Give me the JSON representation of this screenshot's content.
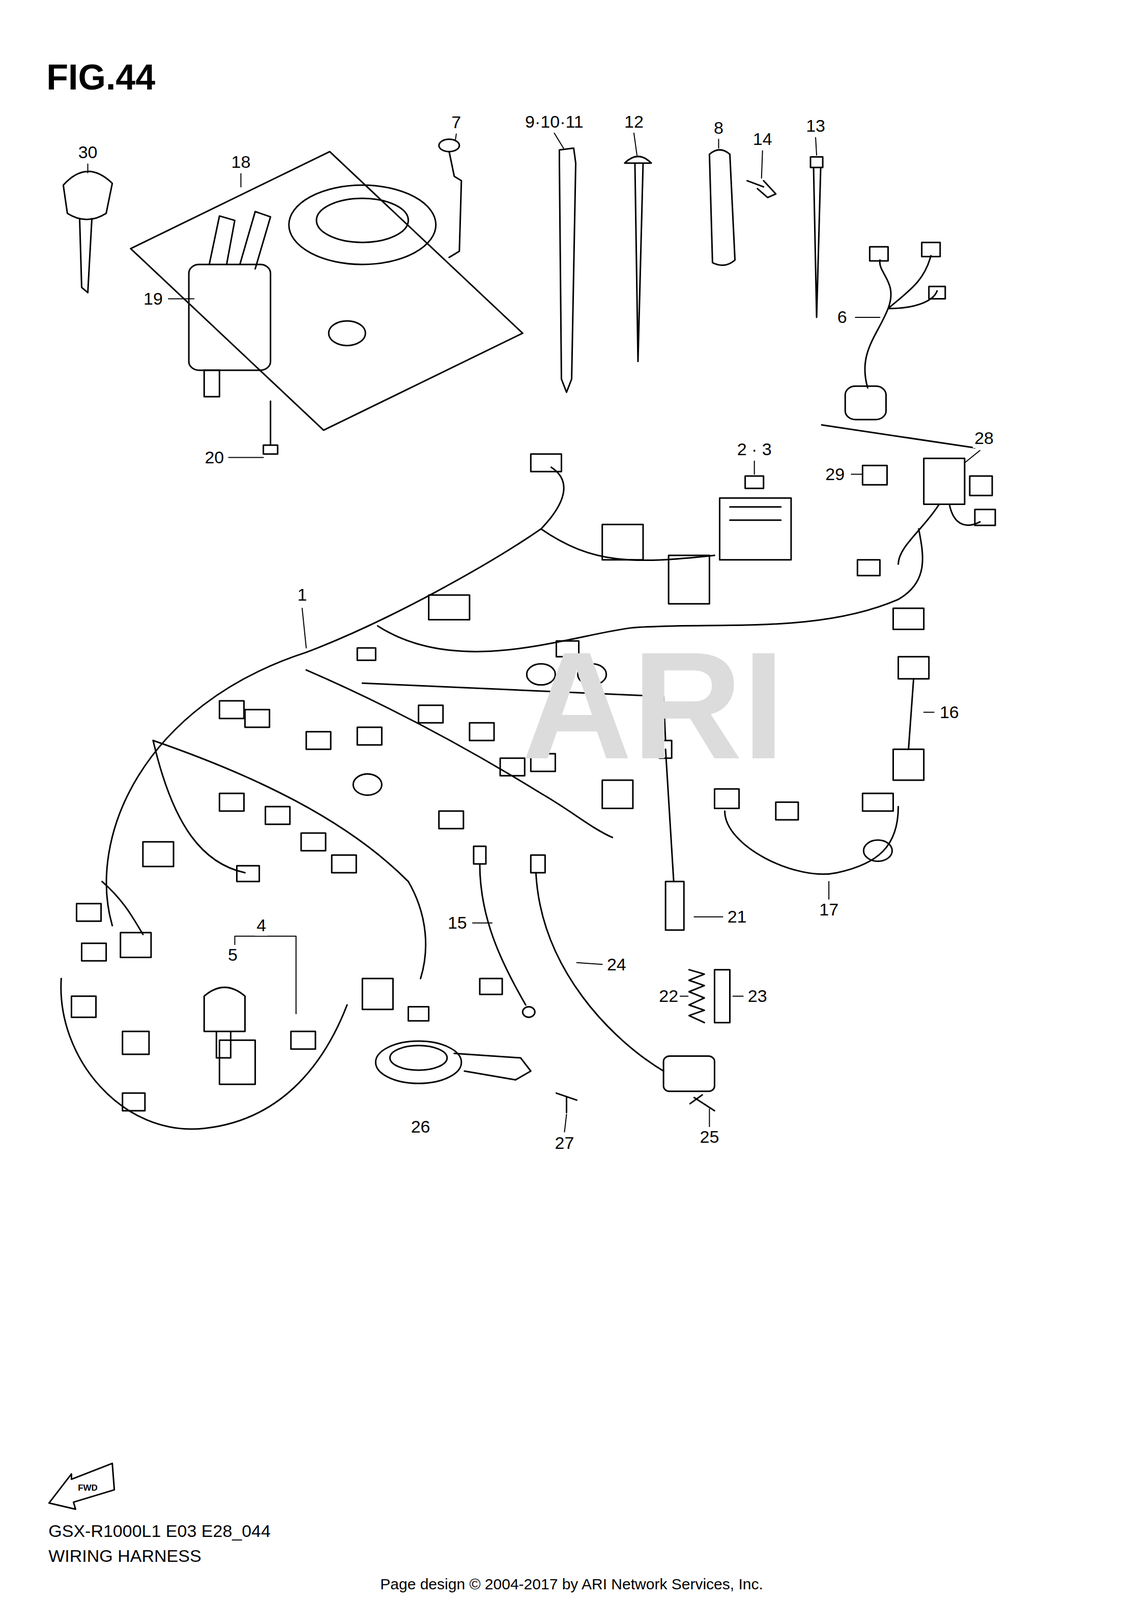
{
  "diagram": {
    "title": "FIG.44",
    "labels": [
      "30",
      "18",
      "19",
      "20",
      "7",
      "9·10·11",
      "12",
      "8",
      "14",
      "13",
      "6",
      "2 · 3",
      "29",
      "28",
      "1",
      "16",
      "17",
      "15",
      "21",
      "24",
      "22",
      "23",
      "4",
      "5",
      "26",
      "27",
      "25",
      "ARI",
      "FWD",
      "GSX-R1000L1 E03 E28_044",
      "WIRING HARNESS",
      "Page design © 2004-2017 by ARI Network Services, Inc."
    ]
  }
}
